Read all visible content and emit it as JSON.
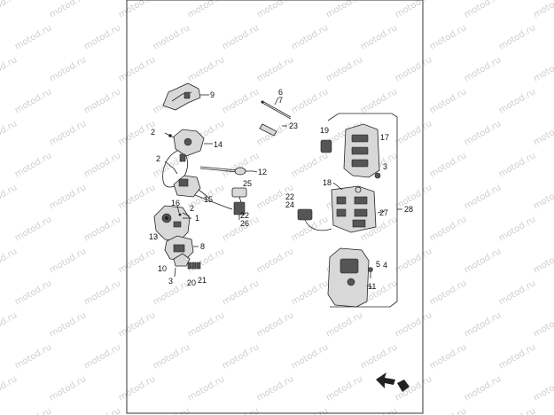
{
  "watermark": {
    "text": "motod.ru"
  },
  "labels": {
    "l1": "1",
    "l2a": "2",
    "l2b": "2",
    "l2c": "2",
    "l3a": "3",
    "l3b": "3",
    "l4": "4",
    "l5": "5",
    "l6": "6",
    "l7": "7",
    "l8": "8",
    "l9": "9",
    "l10": "10",
    "l11": "11",
    "l12": "12",
    "l13": "13",
    "l14": "14",
    "l15": "15",
    "l16": "16",
    "l17": "17",
    "l18": "18",
    "l19": "19",
    "l20": "20",
    "l21": "21",
    "l22a": "22",
    "l22b": "22",
    "l23": "23",
    "l24": "24",
    "l25": "25",
    "l26": "26",
    "l27": "27",
    "l28": "28"
  },
  "icons": {
    "direction": "arrow-left-icon"
  }
}
